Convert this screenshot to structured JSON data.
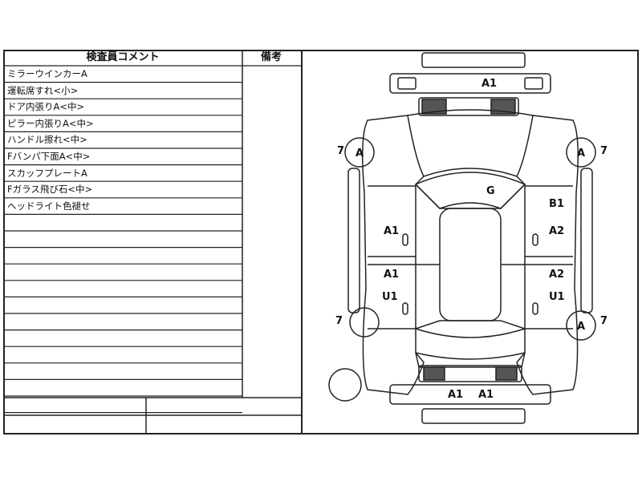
{
  "comment_table": {
    "header_comments": "検査員コメント",
    "header_notes": "備考",
    "rows": [
      "ミラーウインカーA",
      "運転席すれ<小>",
      "ドア内張りA<中>",
      "ピラー内張りA<中>",
      "ハンドル擦れ<中>",
      "Fバンパ下面A<中>",
      "スカッフプレートA",
      "Fガラス飛び石<中>",
      "ヘッドライト色褪せ",
      "",
      "",
      "",
      "",
      "",
      "",
      "",
      "",
      "",
      "",
      "",
      ""
    ]
  },
  "diagram": {
    "top_bumper": "A1",
    "windshield": "G",
    "left_wheel_front_num": "7",
    "left_wheel_front_code": "A",
    "right_wheel_front_num": "7",
    "right_wheel_front_code": "A",
    "left_wheel_rear_num": "7",
    "right_wheel_rear_num": "7",
    "right_wheel_rear_code": "A",
    "left_front_door": "A1",
    "left_rear_door_1": "A1",
    "left_rear_door_2": "U1",
    "right_fender": "B1",
    "right_front_door": "A2",
    "right_rear_door_1": "A2",
    "right_rear_door_2": "U1",
    "rear_bumper_left": "A1",
    "rear_bumper_right": "A1"
  }
}
